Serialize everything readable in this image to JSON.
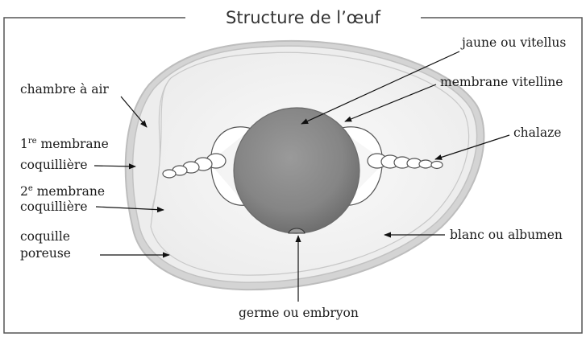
{
  "title": "Structure de l’œuf",
  "labels": {
    "jaune": "jaune ou vitellus",
    "membrane_vitelline": "membrane vitelline",
    "chalaze": "chalaze",
    "blanc": "blanc ou albumen",
    "germe": "germe ou embryon",
    "chambre_air": "chambre à air",
    "membrane1_num": "1",
    "membrane1_sup": "re",
    "membrane1_line1": " membrane",
    "membrane1_line2": "coquillière",
    "membrane2_num": "2",
    "membrane2_sup": "e",
    "membrane2_line1": " membrane",
    "membrane2_line2": "coquillière",
    "coquille_line1": "coquille",
    "coquille_line2": "poreuse"
  },
  "colors": {
    "frame": "#555555",
    "shell": "#c9c9c9",
    "albumen": "#ebebeb",
    "yolk": "#8a8a8a",
    "chalaza": "#ffffff"
  }
}
